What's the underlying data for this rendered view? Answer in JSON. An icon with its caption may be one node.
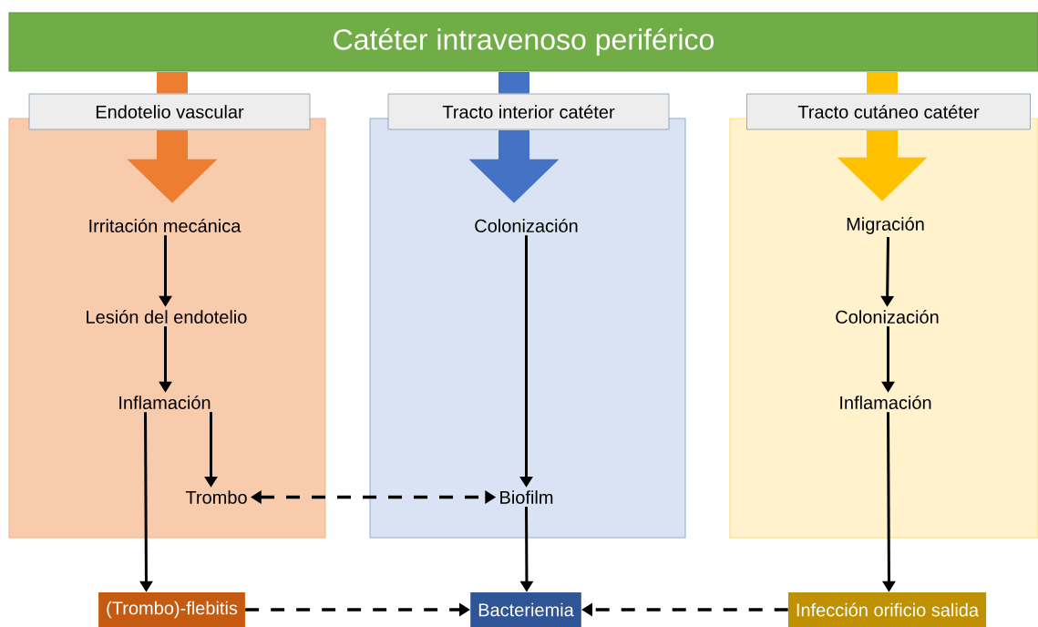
{
  "diagram": {
    "nodes": [
      {
        "text": [
          "Catéter intravenoso periférico"
        ]
      },
      {
        "text": [
          "Endotelio vascular"
        ]
      },
      {
        "text": [
          "Irritación mecánica"
        ],
        "in": 1
      },
      {
        "text": [
          "Lesión del endotelio"
        ],
        "in": 1
      },
      {
        "text": [
          "Inflamación"
        ],
        "in": 1
      },
      {
        "text": [
          "Trombo"
        ],
        "in": 1
      },
      {
        "text": [
          "Tracto interior catéter"
        ]
      },
      {
        "text": [
          "Colonización"
        ],
        "in": 6
      },
      {
        "text": [
          "Biofilm"
        ],
        "in": 6
      },
      {
        "text": [
          "Tracto cutáneo catéter"
        ]
      },
      {
        "text": [
          "Migración"
        ],
        "in": 9
      },
      {
        "text": [
          "Colonización"
        ],
        "in": 9
      },
      {
        "text": [
          "Inflamación"
        ],
        "in": 9
      },
      {
        "text": [
          "(Trombo)-flebitis"
        ]
      },
      {
        "text": [
          "Bacteriemia"
        ]
      },
      {
        "text": [
          "Infección orificio salida"
        ]
      }
    ],
    "edges": [
      {
        "from": 0,
        "to": 1,
        "arrow": "none",
        "style": "thick",
        "color": "#ed7d31"
      },
      {
        "from": 1,
        "to": 2,
        "arrow": "to",
        "style": "thick",
        "color": "#ed7d31"
      },
      {
        "from": 0,
        "to": 6,
        "arrow": "none",
        "style": "thick",
        "color": "#4472c4"
      },
      {
        "from": 6,
        "to": 7,
        "arrow": "to",
        "style": "thick",
        "color": "#4472c4"
      },
      {
        "from": 0,
        "to": 9,
        "arrow": "none",
        "style": "thick",
        "color": "#ffc000"
      },
      {
        "from": 9,
        "to": 10,
        "arrow": "to",
        "style": "thick",
        "color": "#ffc000"
      },
      {
        "from": 2,
        "to": 3,
        "arrow": "to"
      },
      {
        "from": 3,
        "to": 4,
        "arrow": "to"
      },
      {
        "from": 4,
        "to": 5,
        "arrow": "to"
      },
      {
        "from": 4,
        "to": 13,
        "arrow": "to"
      },
      {
        "from": 5,
        "to": 8,
        "arrow": "both",
        "style": "dashed"
      },
      {
        "from": 7,
        "to": 8,
        "arrow": "to"
      },
      {
        "from": 8,
        "to": 14,
        "arrow": "to"
      },
      {
        "from": 10,
        "to": 11,
        "arrow": "to"
      },
      {
        "from": 11,
        "to": 12,
        "arrow": "to"
      },
      {
        "from": 12,
        "to": 15,
        "arrow": "to"
      },
      {
        "from": 13,
        "to": 14,
        "arrow": "to",
        "style": "dashed"
      },
      {
        "from": 15,
        "to": 14,
        "arrow": "to",
        "style": "dashed"
      }
    ]
  }
}
